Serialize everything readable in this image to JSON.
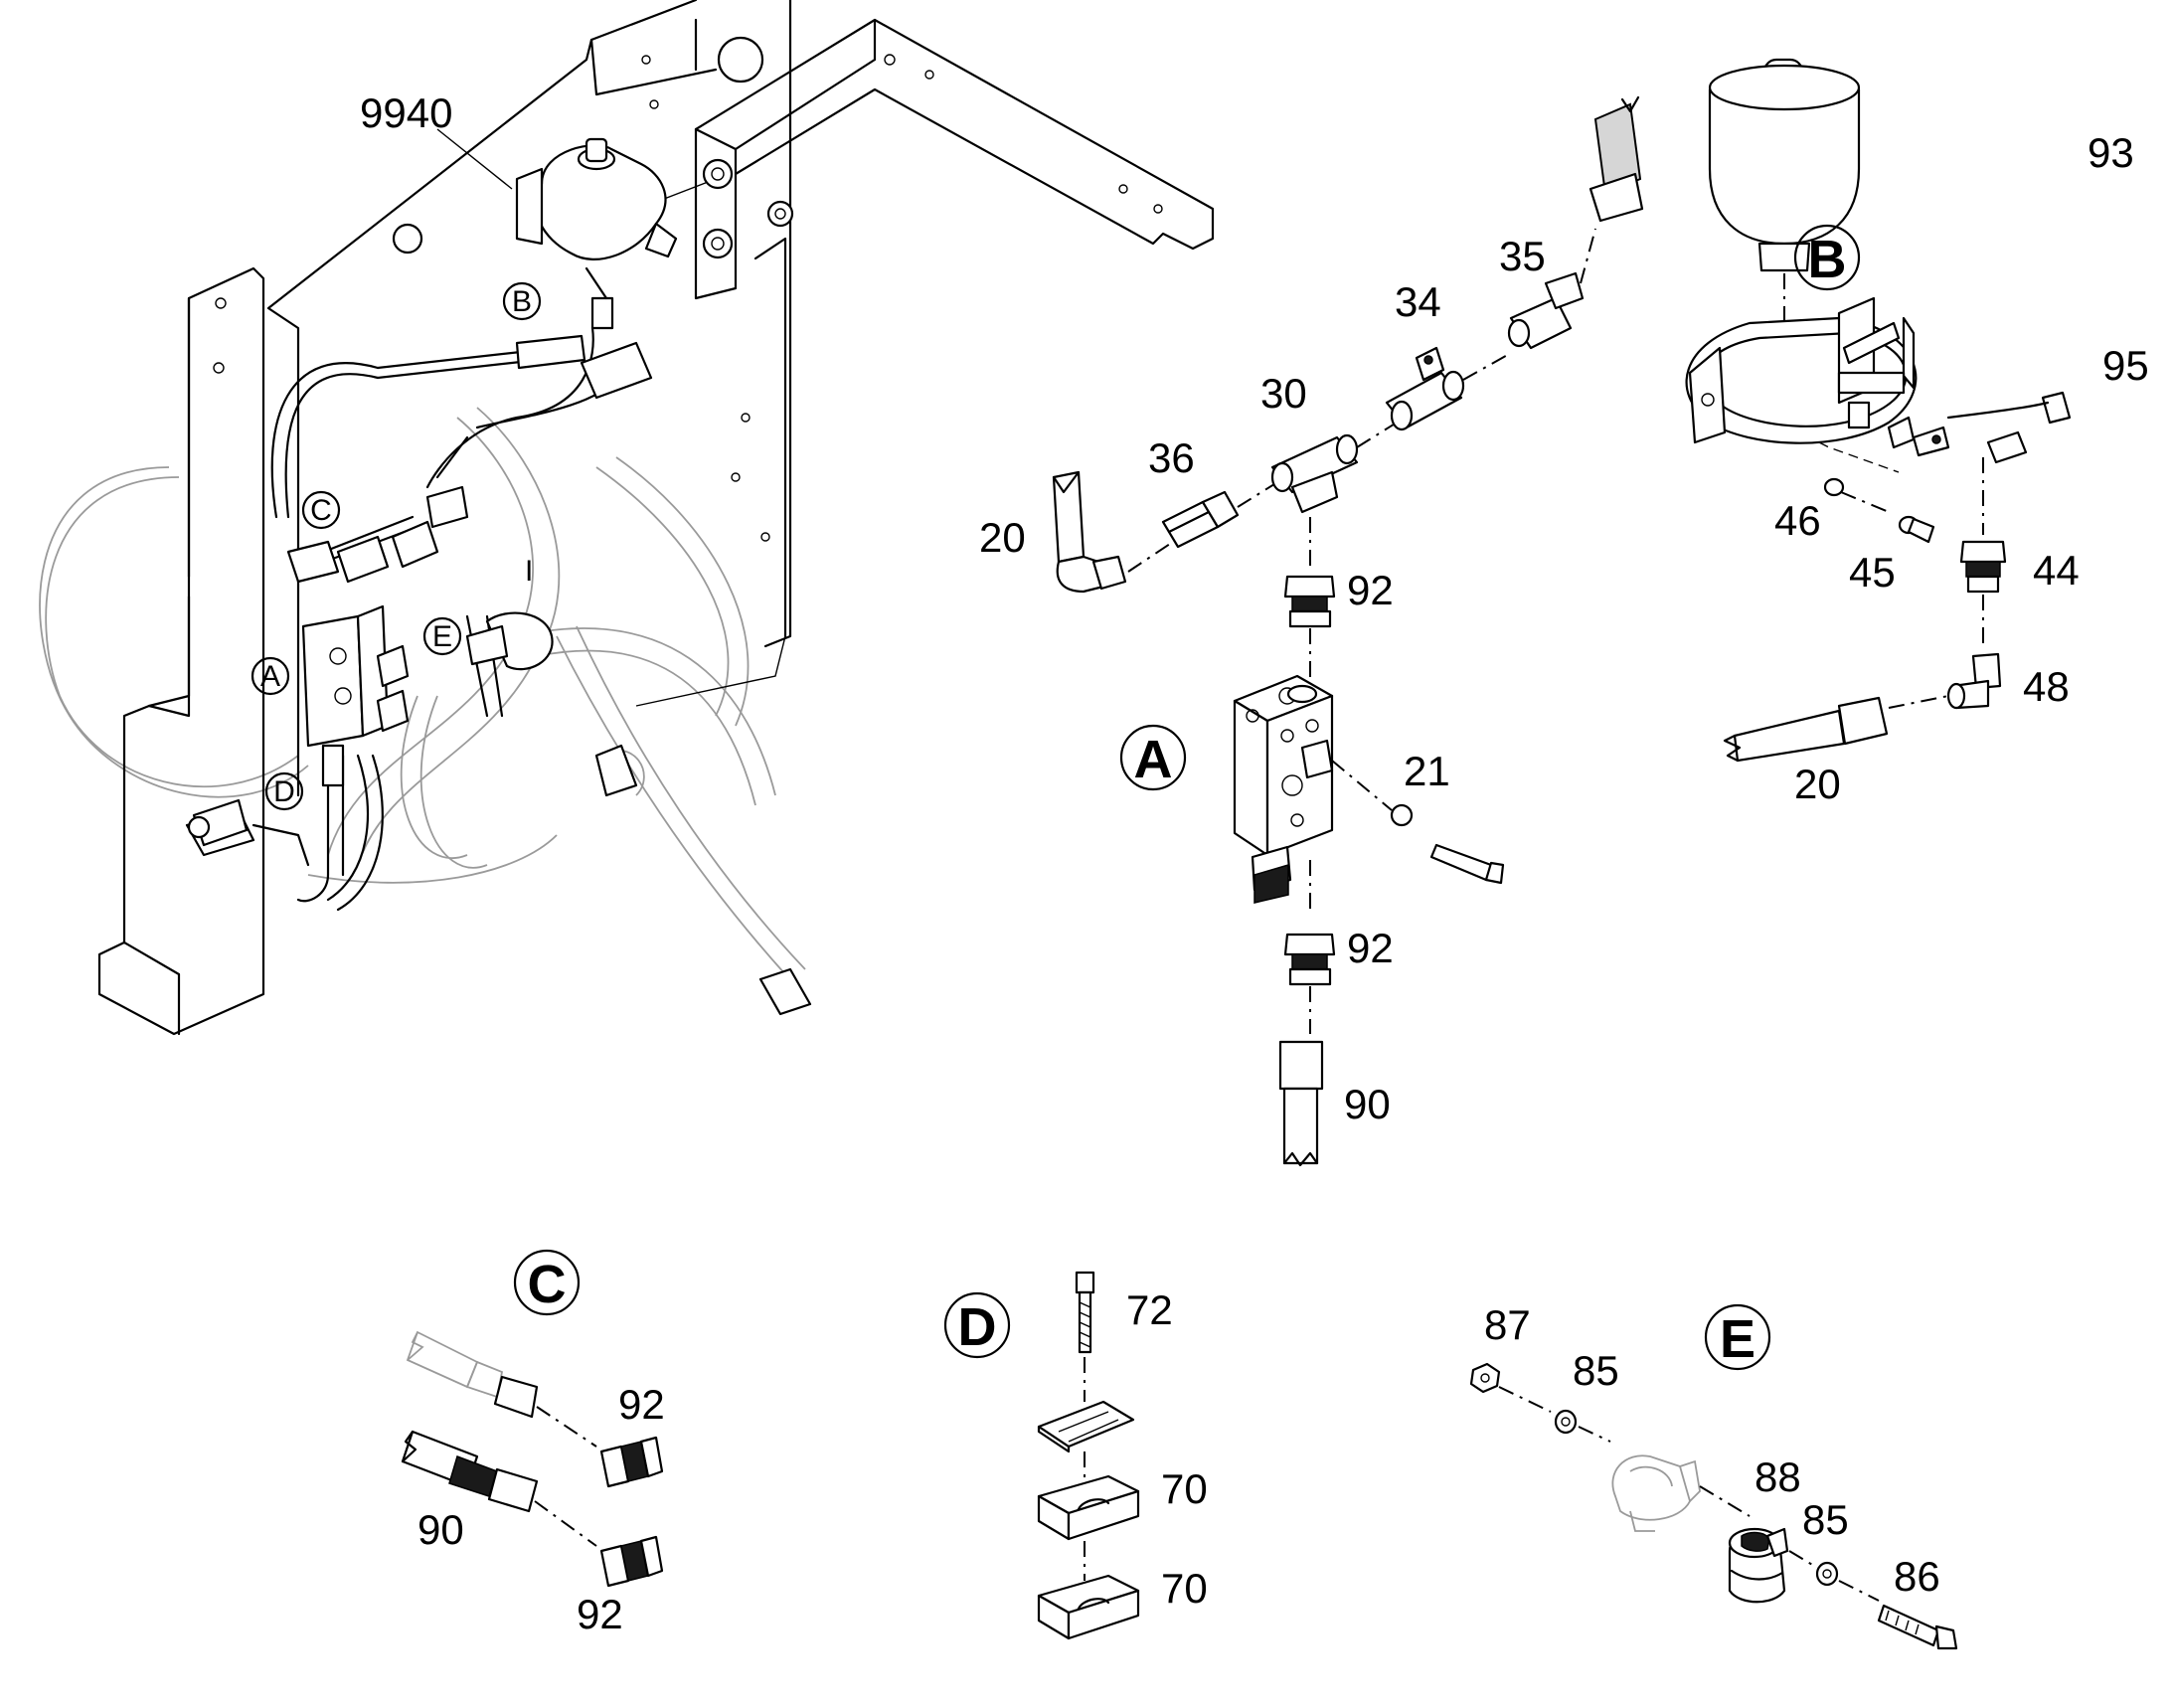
{
  "callouts": {
    "A": "A",
    "B": "B",
    "C": "C",
    "D": "D",
    "E": "E"
  },
  "overview": {
    "assembly_number": "9940",
    "bubbles": {
      "A": "A",
      "B": "B",
      "C": "C",
      "D": "D",
      "E": "E"
    },
    "mark": "I"
  },
  "parts": {
    "p20_left": "20",
    "p36": "36",
    "p30": "30",
    "p34": "34",
    "p35": "35",
    "p92_upper": "92",
    "p21": "21",
    "p92_lower": "92",
    "p90_main": "90",
    "p93": "93",
    "p95": "95",
    "p46": "46",
    "p45": "45",
    "p44": "44",
    "p48": "48",
    "p20_right": "20",
    "c_p92_top": "92",
    "c_p90": "90",
    "c_p92_bottom": "92",
    "d_p72": "72",
    "d_p70_top": "70",
    "d_p70_bottom": "70",
    "e_p87": "87",
    "e_p85_left": "85",
    "e_p88": "88",
    "e_p85_right": "85",
    "e_p86": "86"
  },
  "icons": [
    "frame-assembly",
    "accumulator",
    "valve-block",
    "hose",
    "fitting",
    "clamp",
    "bolt",
    "washer"
  ]
}
